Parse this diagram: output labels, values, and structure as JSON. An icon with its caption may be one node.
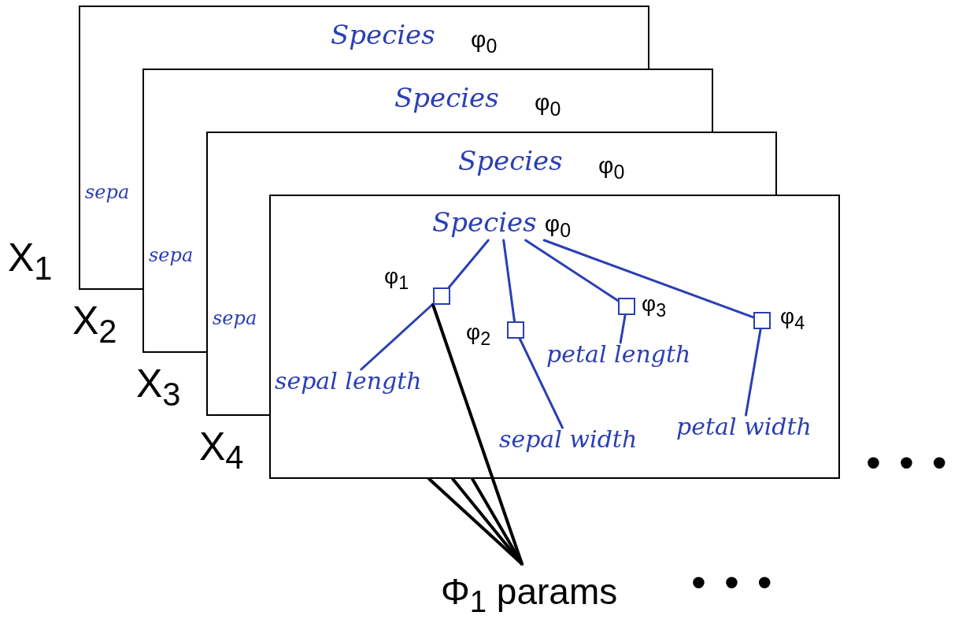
{
  "diagram": {
    "nodes": [
      {
        "text": [
          "Species",
          "φ$_{0}$"
        ]
      },
      {
        "text": [
          "Species",
          "φ$_{0}$"
        ]
      },
      {
        "text": [
          "Species",
          "φ$_{0}$"
        ]
      },
      {
        "text": [],
        "shape": "box"
      },
      {
        "text": [
          "Species",
          "φ$_{0}$"
        ],
        "in": 3
      },
      {
        "text": [],
        "shape": "box",
        "in": 3,
        "beside": [
          "φ$_{1}$"
        ]
      },
      {
        "text": [],
        "shape": "box",
        "in": 3,
        "beside": [
          "φ$_{2}$"
        ]
      },
      {
        "text": [],
        "shape": "box",
        "in": 3,
        "beside": [
          "φ$_{3}$"
        ]
      },
      {
        "text": [],
        "shape": "box",
        "in": 3,
        "beside": [
          "φ$_{4}$"
        ]
      },
      {
        "text": [
          "sepal length"
        ],
        "in": 3
      },
      {
        "text": [
          "sepal width"
        ],
        "in": 3
      },
      {
        "text": [
          "petal length"
        ],
        "in": 3
      },
      {
        "text": [
          "petal width"
        ],
        "in": 3
      },
      {
        "text": [
          "Φ$_{1}$ params"
        ]
      }
    ],
    "edges": [
      {
        "from": 4,
        "to": 5,
        "arrow": "none"
      },
      {
        "from": 4,
        "to": 6,
        "arrow": "none"
      },
      {
        "from": 4,
        "to": 7,
        "arrow": "none"
      },
      {
        "from": 4,
        "to": 8,
        "arrow": "none"
      },
      {
        "from": 5,
        "to": 9,
        "arrow": "none"
      },
      {
        "from": 6,
        "to": 10,
        "arrow": "none"
      },
      {
        "from": 7,
        "to": 11,
        "arrow": "none"
      },
      {
        "from": 8,
        "to": 12,
        "arrow": "none"
      },
      {
        "from": 13,
        "to": 3,
        "arrow": "none",
        "color": "#000000"
      },
      {
        "from": 13,
        "to": 3,
        "arrow": "none",
        "color": "#000000"
      },
      {
        "from": 13,
        "to": 3,
        "arrow": "none",
        "color": "#000000"
      },
      {
        "from": 13,
        "to": 5,
        "arrow": "none",
        "color": "#000000"
      }
    ],
    "labels": [
      "sepa",
      "X$_{1}$",
      "sepa",
      "X$_{2}$",
      "sepa",
      "X$_{3}$",
      "X$_{4}$",
      "• • •",
      "• • •"
    ]
  }
}
